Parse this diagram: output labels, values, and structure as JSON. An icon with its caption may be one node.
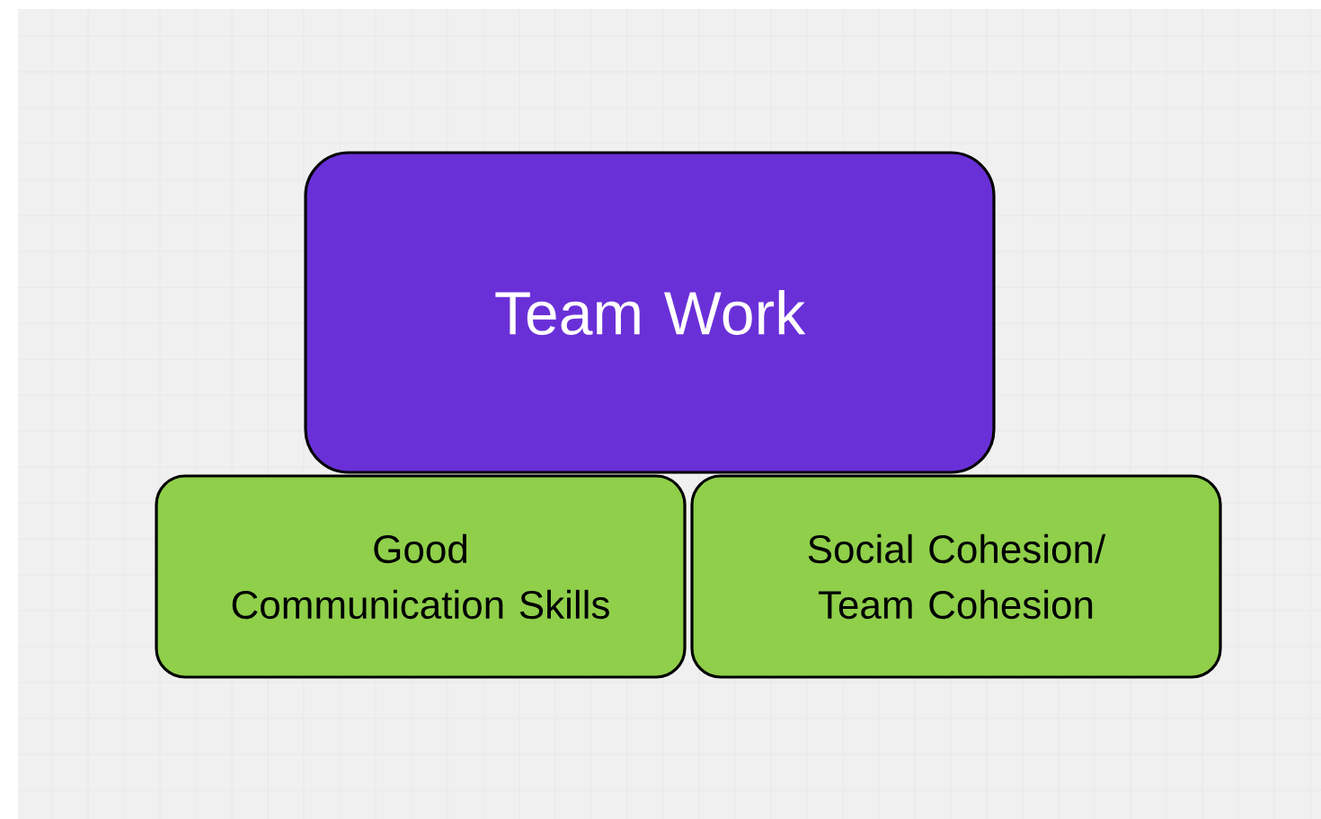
{
  "diagram": {
    "nodes": [
      {
        "text": [
          "Team Work"
        ]
      },
      {
        "text": [
          "Good Communication Skills"
        ]
      },
      {
        "text": [
          "Social Cohesion/ Team Cohesion"
        ]
      }
    ]
  }
}
